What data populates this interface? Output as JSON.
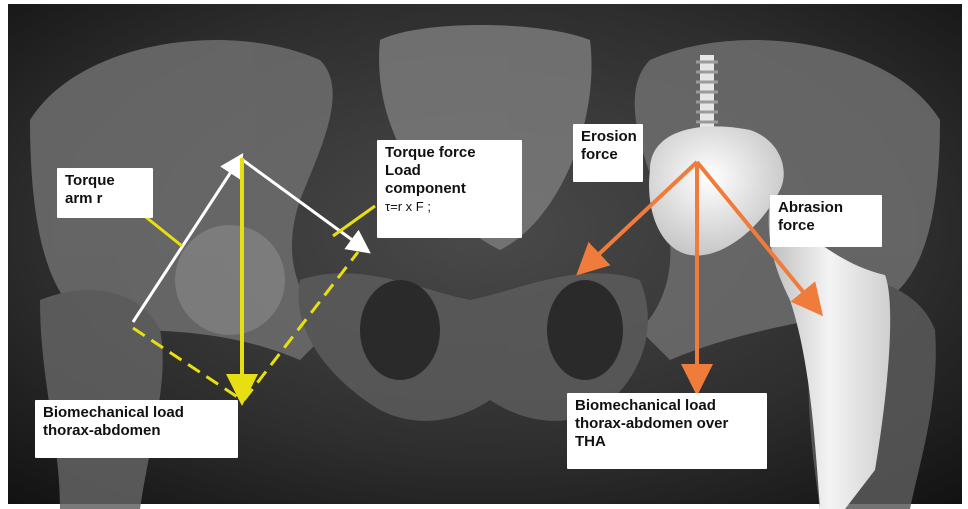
{
  "figure": {
    "type": "x-ray-annotation",
    "subject": "pelvis with total hip arthroplasty"
  },
  "labels": {
    "torque_arm": [
      "Torque",
      "arm r"
    ],
    "torque_force": [
      "Torque force",
      "Load",
      "component"
    ],
    "torque_formula": "τ=r x F ;",
    "erosion_force": [
      "Erosion",
      "force"
    ],
    "abrasion_force": [
      "Abrasion",
      "force"
    ],
    "biomech_left": [
      "Biomechanical load",
      "thorax-abdomen"
    ],
    "biomech_right": [
      "Biomechanical load",
      "thorax-abdomen over",
      "THA"
    ]
  },
  "colors": {
    "torque_vectors": "#ffffff",
    "load_vectors": "#e8df12",
    "tha_vectors": "#f07c3c",
    "label_background": "#ffffff"
  }
}
